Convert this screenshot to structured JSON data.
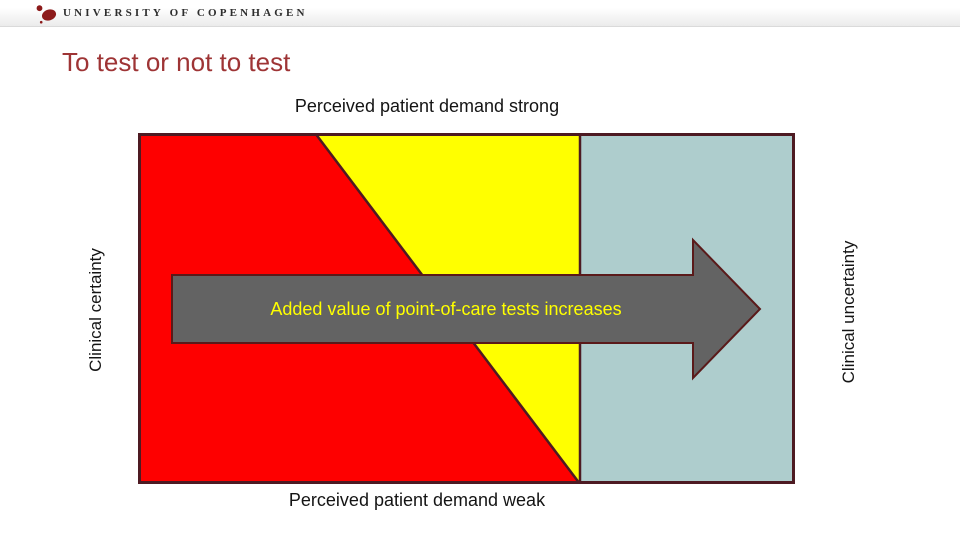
{
  "header": {
    "university_name": "UNIVERSITY OF COPENHAGEN"
  },
  "slide": {
    "title": "To test or not to test"
  },
  "diagram": {
    "top_axis_label": "Perceived patient demand strong",
    "bottom_axis_label": "Perceived patient demand weak",
    "left_axis_label": "Clinical certainty",
    "right_axis_label": "Clinical uncertainty",
    "arrow_label": "Added value of point-of-care tests increases",
    "colors": {
      "red_region": "#fe0000",
      "yellow_region": "#ffff00",
      "gray_blue_region": "#aecdcd",
      "border": "#4d1a22",
      "arrow_fill": "#636363",
      "arrow_outline": "#5a1a1a",
      "arrow_text": "#ffff00",
      "title_text": "#9e3435",
      "logo": "#8c1a1a"
    }
  }
}
